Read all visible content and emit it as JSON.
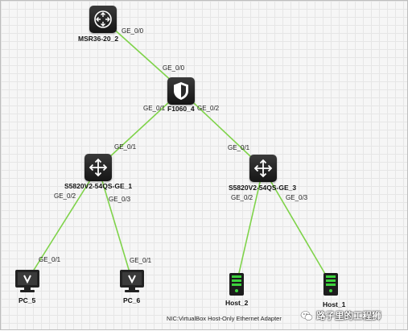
{
  "devices": {
    "msr": {
      "name": "MSR36-20_2",
      "kind": "router"
    },
    "fw": {
      "name": "F1060_4",
      "kind": "firewall"
    },
    "sw1": {
      "name": "S5820V2-54QS-GE_1",
      "kind": "switch"
    },
    "sw3": {
      "name": "S5820V2-54QS-GE_3",
      "kind": "switch"
    },
    "pc5": {
      "name": "PC_5",
      "kind": "pc"
    },
    "pc6": {
      "name": "PC_6",
      "kind": "pc"
    },
    "host2": {
      "name": "Host_2",
      "kind": "host"
    },
    "host1": {
      "name": "Host_1",
      "kind": "host"
    }
  },
  "links": [
    {
      "from": "msr",
      "to": "fw",
      "from_port": "GE_0/0",
      "to_port": "GE_0/0"
    },
    {
      "from": "fw",
      "to": "sw1",
      "from_port": "GE_0/1",
      "to_port": "GE_0/1"
    },
    {
      "from": "fw",
      "to": "sw3",
      "from_port": "GE_0/2",
      "to_port": "GE_0/1"
    },
    {
      "from": "sw1",
      "to": "pc5",
      "from_port": "GE_0/2",
      "to_port": "GE_0/1"
    },
    {
      "from": "sw1",
      "to": "pc6",
      "from_port": "GE_0/3",
      "to_port": "GE_0/1"
    },
    {
      "from": "sw3",
      "to": "host2",
      "from_port": "GE_0/2",
      "to_port": ""
    },
    {
      "from": "sw3",
      "to": "host1",
      "from_port": "GE_0/3",
      "to_port": ""
    }
  ],
  "ports": {
    "msr_ge00": "GE_0/0",
    "fw_ge00": "GE_0/0",
    "fw_ge01": "GE_0/1",
    "fw_ge02": "GE_0/2",
    "sw1_ge01": "GE_0/1",
    "sw3_ge01": "GE_0/1",
    "sw1_ge02": "GE_0/2",
    "sw1_ge03": "GE_0/3",
    "sw3_ge02": "GE_0/2",
    "sw3_ge03": "GE_0/3",
    "pc5_ge01": "GE_0/1",
    "pc6_ge01": "GE_0/1"
  },
  "footer": {
    "nic": "NIC:VirtualBox Host-Only Ethernet Adapter"
  },
  "watermark": {
    "text": "路子里的工程狮"
  },
  "colors": {
    "link": "#7fd34a",
    "device": "#222222",
    "host_screen": "#3cd13c",
    "pc_screen": "#1f1f1f"
  },
  "icons": {
    "router": "router-icon",
    "firewall": "shield-icon",
    "switch": "switch-arrows-icon",
    "pc": "monitor-icon",
    "host": "server-tower-icon"
  }
}
